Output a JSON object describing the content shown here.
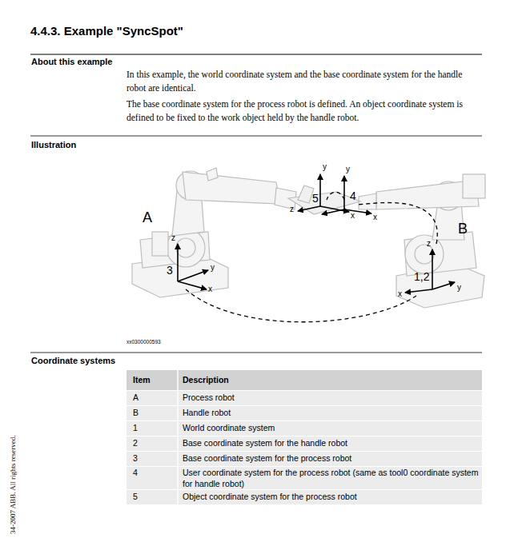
{
  "diagram": {
    "title": "4.4.3. Example \"SyncSpot\"",
    "labels": [
      "About this example",
      "In this example, the world coordinate system and the base coordinate system for the handle robot are identical.",
      "The base coordinate system for the process robot is defined. An object coordinate system is defined to be fixed to the work object held by the handle robot.",
      "Illustration",
      "A",
      "B",
      "3",
      "1,2",
      "4",
      "5",
      "z",
      "y",
      "x",
      "z",
      "y",
      "x",
      "y",
      "y",
      "z",
      "x",
      "x",
      "xx0300000593",
      "Coordinate systems",
      "Item",
      "Description",
      "A",
      "Process robot",
      "B",
      "Handle robot",
      "1",
      "World coordinate system",
      "2",
      "Base coordinate system for the handle robot",
      "3",
      "Base coordinate system for the process robot",
      "4",
      "User coordinate system for the process robot (same as tool0 coordinate system for handle robot)",
      "5",
      "Object coordinate system for the process robot",
      "34-2007 ABB. All rights reserved."
    ]
  }
}
